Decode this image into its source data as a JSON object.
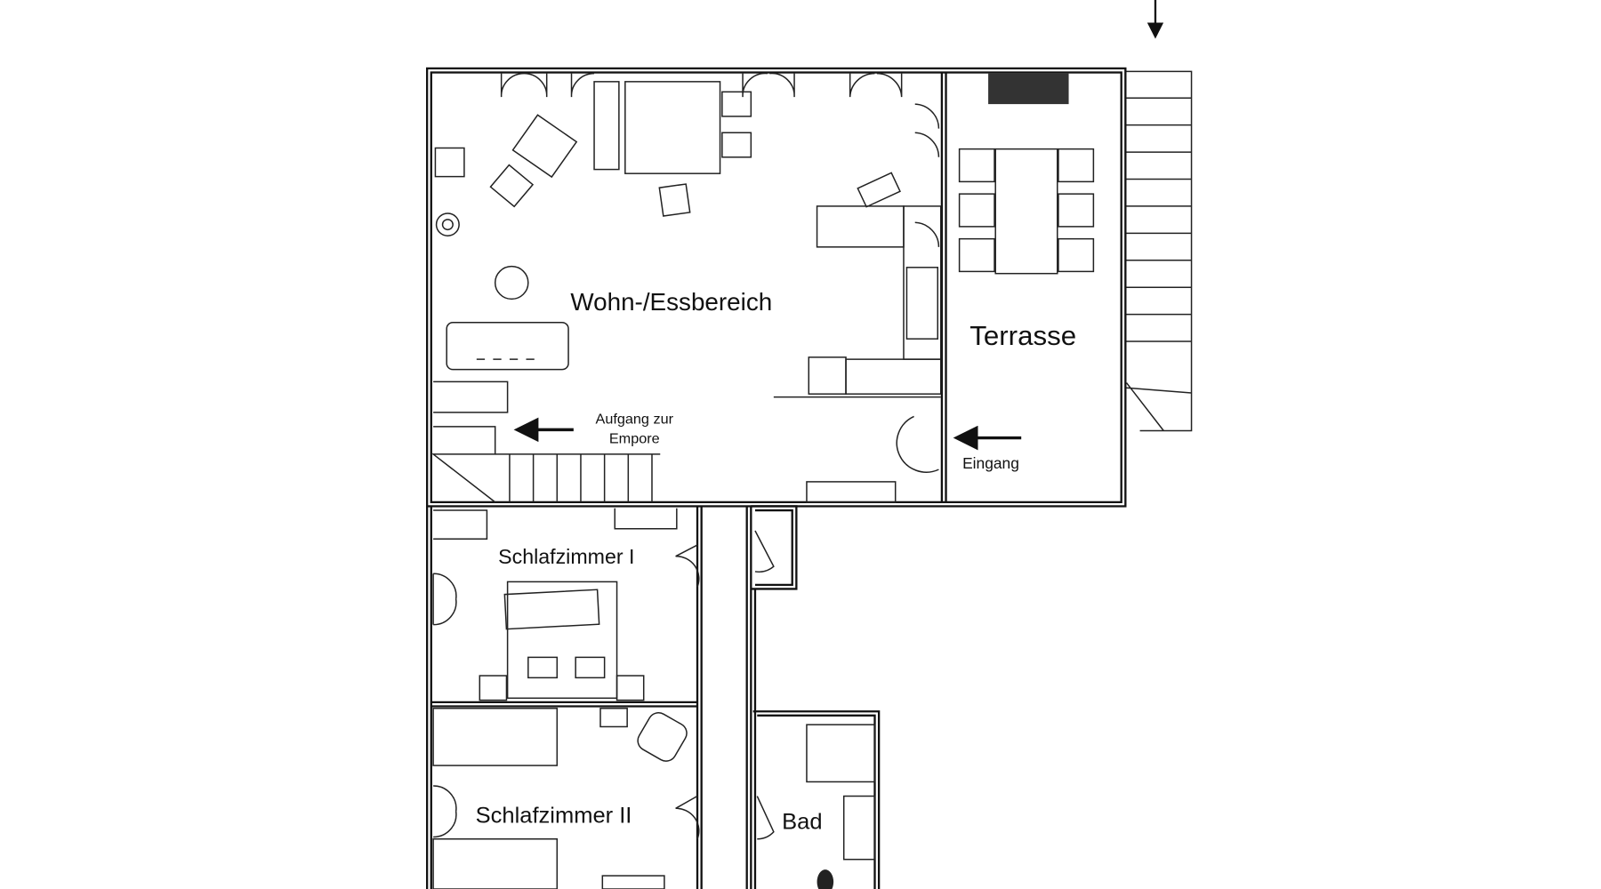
{
  "floorplan": {
    "rooms": {
      "living": "Wohn-/Essbereich",
      "terrace": "Terrasse",
      "bedroom1": "Schlafzimmer I",
      "bedroom2": "Schlafzimmer II",
      "bath": "Bad"
    },
    "annotations": {
      "stairs_line1": "Aufgang zur",
      "stairs_line2": "Empore",
      "entrance": "Eingang"
    }
  }
}
